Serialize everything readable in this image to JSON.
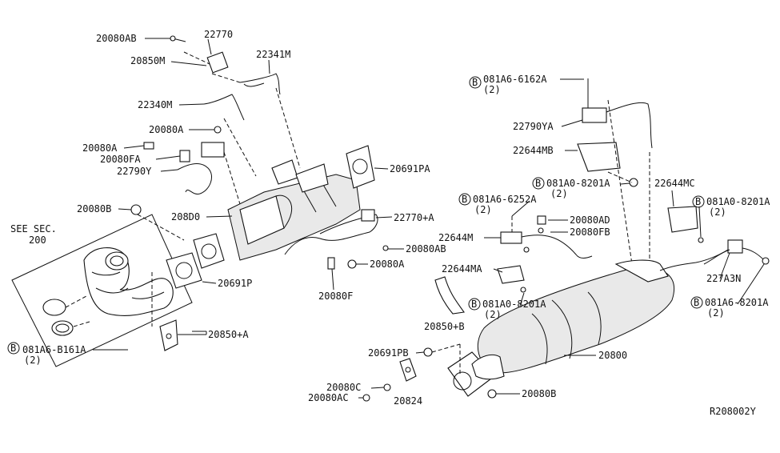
{
  "diagram": {
    "reference_code": "R208002Y",
    "see_sec": {
      "line1": "SEE SEC.",
      "line2": "200"
    },
    "bolt_symbol": "B",
    "parts": [
      {
        "id": "p1",
        "text": "20080AB"
      },
      {
        "id": "p2",
        "text": "22770"
      },
      {
        "id": "p3",
        "text": "20850M"
      },
      {
        "id": "p4",
        "text": "22341M"
      },
      {
        "id": "p5",
        "text": "22340M"
      },
      {
        "id": "p6",
        "text": "20080A"
      },
      {
        "id": "p7",
        "text": "20080A"
      },
      {
        "id": "p8",
        "text": "20080FA"
      },
      {
        "id": "p9",
        "text": "22790Y"
      },
      {
        "id": "p10",
        "text": "20691PA"
      },
      {
        "id": "p11",
        "text": "20080B"
      },
      {
        "id": "p12",
        "text": "208D0"
      },
      {
        "id": "p13",
        "text": "22770+A"
      },
      {
        "id": "p14",
        "text": "20080AB"
      },
      {
        "id": "p15",
        "text": "20080A"
      },
      {
        "id": "p16",
        "text": "20691P"
      },
      {
        "id": "p17",
        "text": "20080F"
      },
      {
        "id": "p18",
        "text": "20850+A"
      },
      {
        "id": "p19",
        "text": "081A6-B161A"
      },
      {
        "id": "p20",
        "text": "(2)"
      },
      {
        "id": "p21",
        "text": "081A6-6162A"
      },
      {
        "id": "p22",
        "text": "(2)"
      },
      {
        "id": "p23",
        "text": "22790YA"
      },
      {
        "id": "p24",
        "text": "22644MB"
      },
      {
        "id": "p25",
        "text": "081A0-8201A"
      },
      {
        "id": "p26",
        "text": "(2)"
      },
      {
        "id": "p27",
        "text": "22644MC"
      },
      {
        "id": "p28",
        "text": "081A6-6252A"
      },
      {
        "id": "p29",
        "text": "(2)"
      },
      {
        "id": "p30",
        "text": "081A0-8201A"
      },
      {
        "id": "p31",
        "text": "(2)"
      },
      {
        "id": "p32",
        "text": "20080AD"
      },
      {
        "id": "p33",
        "text": "20080FB"
      },
      {
        "id": "p34",
        "text": "22644M"
      },
      {
        "id": "p35",
        "text": "22644MA"
      },
      {
        "id": "p36",
        "text": "227A3N"
      },
      {
        "id": "p37",
        "text": "081A0-8201A"
      },
      {
        "id": "p38",
        "text": "(2)"
      },
      {
        "id": "p39",
        "text": "081A6-8201A"
      },
      {
        "id": "p40",
        "text": "(2)"
      },
      {
        "id": "p41",
        "text": "20850+B"
      },
      {
        "id": "p42",
        "text": "20800"
      },
      {
        "id": "p43",
        "text": "20691PB"
      },
      {
        "id": "p44",
        "text": "20080C"
      },
      {
        "id": "p45",
        "text": "20080AC"
      },
      {
        "id": "p46",
        "text": "20824"
      },
      {
        "id": "p47",
        "text": "20080B"
      }
    ]
  }
}
